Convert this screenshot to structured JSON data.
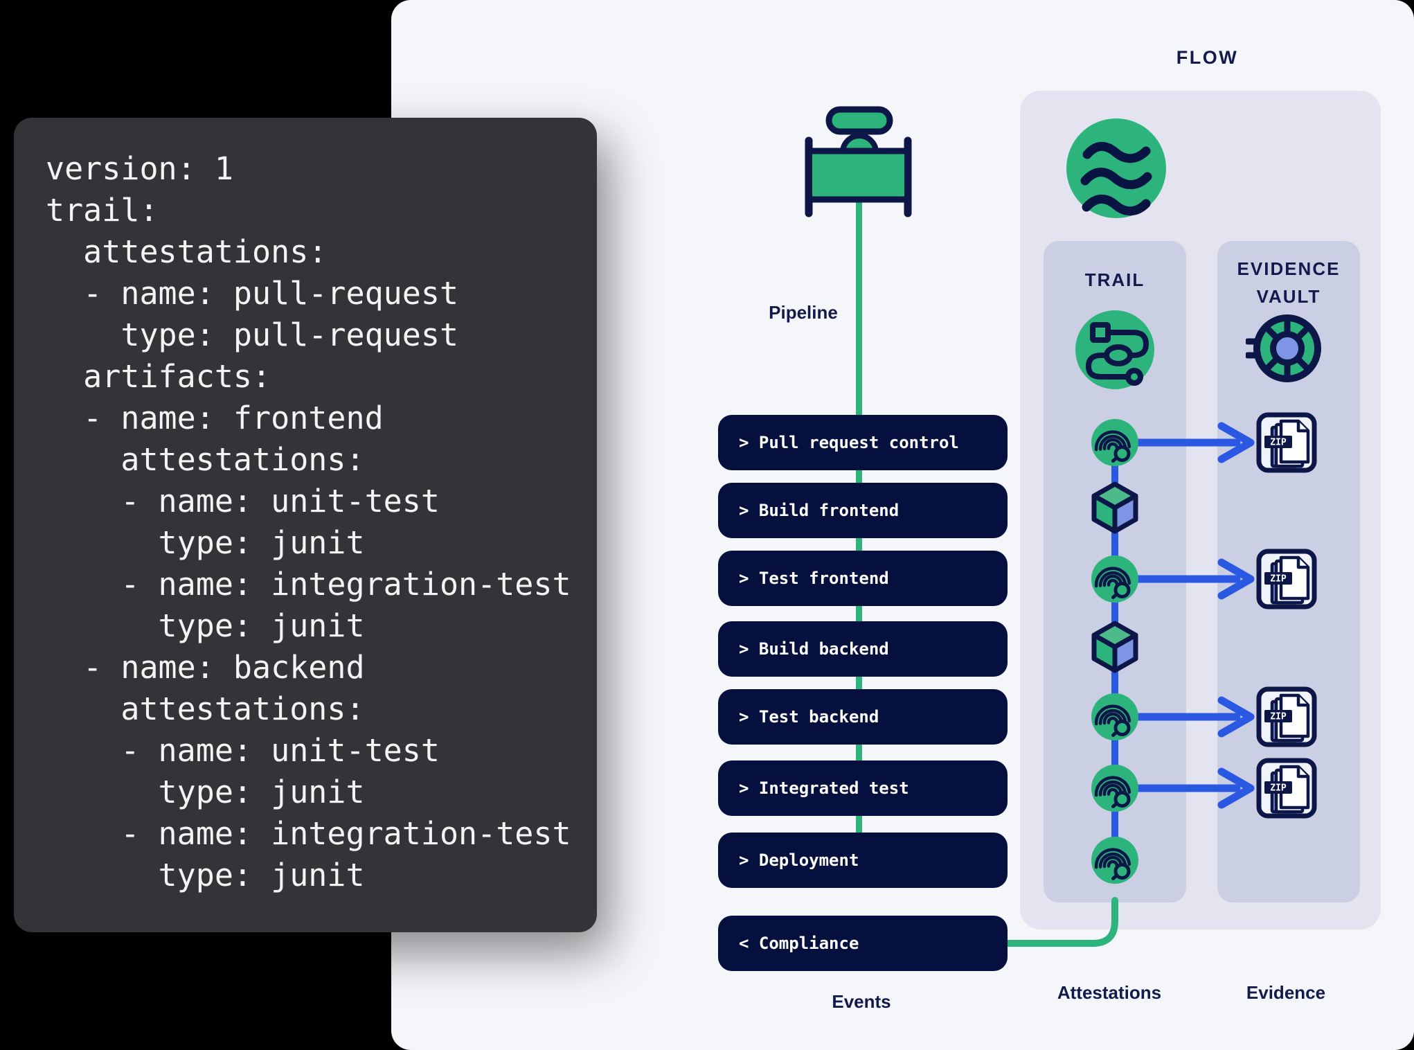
{
  "code_panel": {
    "yaml": "version: 1\ntrail:\n  attestations:\n  - name: pull-request\n    type: pull-request\n  artifacts:\n  - name: frontend\n    attestations:\n    - name: unit-test\n      type: junit\n    - name: integration-test\n      type: junit\n  - name: backend\n    attestations:\n    - name: unit-test\n      type: junit\n    - name: integration-test\n      type: junit"
  },
  "flow": {
    "title": "FLOW",
    "pipeline_label": "Pipeline",
    "events": [
      {
        "label": "> Pull request control"
      },
      {
        "label": "> Build frontend"
      },
      {
        "label": "> Test frontend"
      },
      {
        "label": "> Build backend"
      },
      {
        "label": "> Test backend"
      },
      {
        "label": "> Integrated test"
      },
      {
        "label": "> Deployment"
      },
      {
        "label": "< Compliance"
      }
    ],
    "trail": {
      "title": "TRAIL",
      "icon": "route-icon",
      "nodes": [
        "fingerprint",
        "cube",
        "fingerprint",
        "cube",
        "fingerprint",
        "fingerprint",
        "fingerprint"
      ]
    },
    "vault": {
      "title_line1": "EVIDENCE",
      "title_line2": "VAULT",
      "icon": "vault-dial-icon",
      "zip_label": "ZIP",
      "evidence_count": 4
    },
    "icons": {
      "source": "waves-icon",
      "pipeline": "valve-icon"
    },
    "footer": {
      "events": "Events",
      "attestations": "Attestations",
      "evidence": "Evidence"
    },
    "colors": {
      "green": "#2db47c",
      "green_light": "#4dbb89",
      "navy": "#0c1747",
      "button_navy": "#06103f",
      "blue": "#2b58e3",
      "periwinkle": "#7d95e4",
      "panel_outer": "#e3e4f0",
      "panel_inner": "#cbcfe3",
      "page_bg": "#f5f6fa",
      "code_bg": "#343438"
    }
  }
}
